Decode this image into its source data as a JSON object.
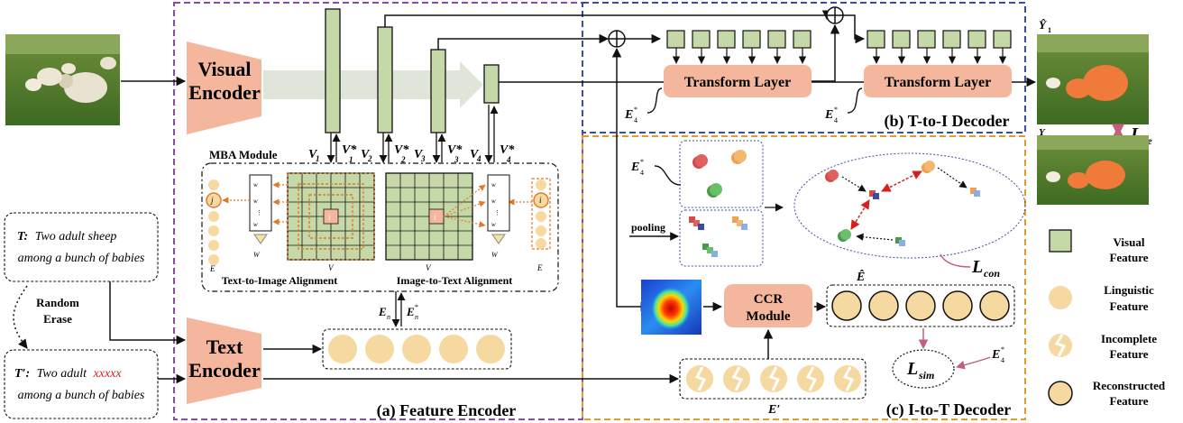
{
  "encoders": {
    "visual_line1": "Visual",
    "visual_line2": "Encoder",
    "text_line1": "Text",
    "text_line2": "Encoder"
  },
  "decoder": {
    "transform_layer_1": "Transform Layer",
    "transform_layer_2": "Transform Layer",
    "e4_star_1": "E",
    "e4_star_2": "E"
  },
  "panels": {
    "feature_encoder": "(a) Feature Encoder",
    "t_to_i": "(b) T-to-I Decoder",
    "i_to_t": "(c) I-to-T Decoder"
  },
  "outputs": {
    "y_hat": "Ŷ",
    "y_hat_sub": "1",
    "y_gt": "Y",
    "y_gt_sub": "gt",
    "l_ce": "L",
    "l_ce_sub": "ce"
  },
  "mba": {
    "title": "MBA Module",
    "t2i": "Text-to-Image Alignment",
    "i2t": "Image-to-Text Alignment",
    "v_label": "V",
    "e_label": "E"
  },
  "v_labels": [
    "V",
    "V*",
    "V",
    "V*",
    "V",
    "V*",
    "V",
    "V*"
  ],
  "text_prompts": {
    "t_label": "T:",
    "t_text_1": "Two adult sheep",
    "t_text_2": "among a bunch of babies",
    "random_erase_1": "Random",
    "random_erase_2": "Erase",
    "tp_label": "T′:",
    "tp_text_1a": "Two adult",
    "tp_text_1b": "xxxxx",
    "tp_text_2": "among a bunch of babies"
  },
  "i2t_decoder": {
    "pooling": "pooling",
    "ccr_1": "CCR",
    "ccr_2": "Module",
    "e_hat": "Ê",
    "e_prime": "E′",
    "l_con": "L",
    "l_con_sub": "con",
    "l_sim": "L",
    "l_sim_sub": "sim",
    "e4_star": "E"
  },
  "legend": {
    "visual_1": "Visual",
    "visual_2": "Feature",
    "linguistic_1": "Linguistic",
    "linguistic_2": "Feature",
    "incomplete_1": "Incomplete",
    "incomplete_2": "Feature",
    "reconstructed_1": "Reconstructed",
    "reconstructed_2": "Feature"
  },
  "colors": {
    "visual_feature": "#c5d8a8",
    "linguistic_feature": "#f6d9a0",
    "encoder": "#f4b69c",
    "purple_border": "#8a4aa8",
    "blue_border": "#3a4f9a",
    "orange_border": "#e39a2c"
  }
}
